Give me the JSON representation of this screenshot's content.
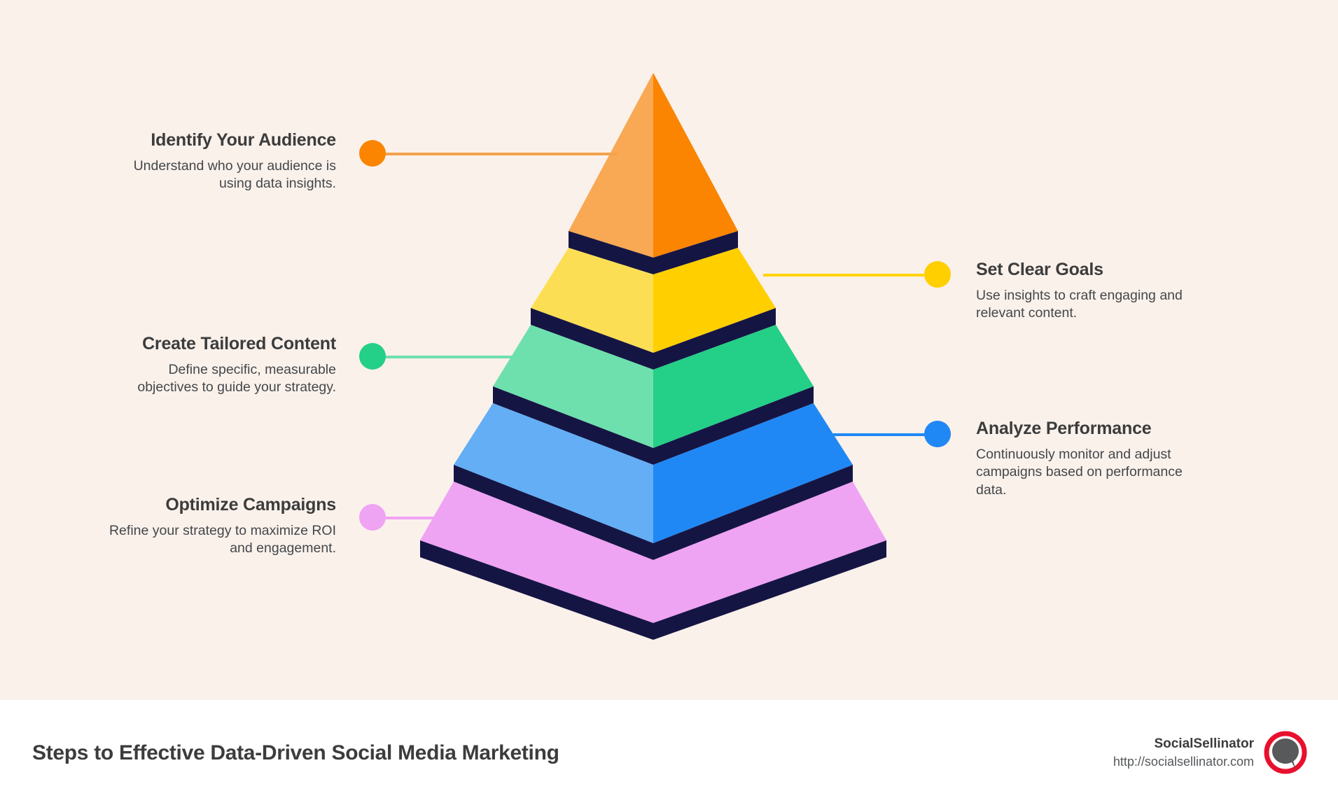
{
  "canvas": {
    "background_color": "#FAF1EB",
    "footer_background_color": "#FFFFFF",
    "separator_color": "#151544"
  },
  "chart_data": {
    "type": "pyramid",
    "title": "Steps to Effective Data-Driven Social Media Marketing",
    "levels": 5,
    "orientation": "apex-up",
    "categories": [
      "Identify Your Audience",
      "Set Clear Goals",
      "Create Tailored Content",
      "Analyze Performance",
      "Optimize Campaigns"
    ],
    "values": [
      1,
      2,
      3,
      4,
      5
    ],
    "colors": [
      "#FF8A00",
      "#FFD500",
      "#21D58C",
      "#1D8CF8",
      "#E58FF0"
    ]
  },
  "pyramid": {
    "layers": [
      {
        "name": "identify-your-audience",
        "left_color": "#F9A košt",
        "light": "#F9A košt"
      }
    ]
  },
  "pyramid_layers": [
    {
      "id": "layer-1",
      "label": "Identify Your Audience",
      "left_face": "#F9A854",
      "right_face": "#FB8500"
    },
    {
      "id": "layer-2",
      "label": "Set Clear Goals",
      "left_face": "#FCDE54",
      "right_face": "#FFCF00"
    },
    {
      "id": "layer-3",
      "label": "Create Tailored Content",
      "left_face": "#6EE0AD",
      "right_face": "#24CF87"
    },
    {
      "id": "layer-4",
      "label": "Analyze Performance",
      "left_face": "#63AEF5",
      "right_face": "#2088F4"
    },
    {
      "id": "layer-5",
      "label": "Optimize Campaigns",
      "left_face": "#EFA3F3",
      "right_face": "#EFA3F3"
    }
  ],
  "callouts": {
    "left": [
      {
        "id": "identify-your-audience",
        "title": "Identify Your Audience",
        "description": "Understand who your audience is using data insights.",
        "dot_color": "#FB8500",
        "line_color": "#F4A24B"
      },
      {
        "id": "create-tailored-content",
        "title": "Create Tailored Content",
        "description": "Define specific, measurable objectives to guide your strategy.",
        "dot_color": "#24CF87",
        "line_color": "#6EE0AD"
      },
      {
        "id": "optimize-campaigns",
        "title": "Optimize Campaigns",
        "description": "Refine your strategy to maximize ROI and engagement.",
        "dot_color": "#EFA3F3",
        "line_color": "#EFA3F3"
      }
    ],
    "right": [
      {
        "id": "set-clear-goals",
        "title": "Set Clear Goals",
        "description": "Use insights to craft engaging and relevant content.",
        "dot_color": "#FFCF00",
        "line_color": "#FFD500"
      },
      {
        "id": "analyze-performance",
        "title": "Analyze Performance",
        "description": "Continuously monitor and adjust campaigns based on performance data.",
        "dot_color": "#2088F4",
        "line_color": "#2088F4"
      }
    ]
  },
  "footer": {
    "title": "Steps to Effective Data-Driven Social Media Marketing",
    "brand_name": "SocialSellinator",
    "brand_url": "http://socialsellinator.com",
    "logo_ring_color": "#E8112D",
    "logo_bubble_color": "#58595B"
  }
}
